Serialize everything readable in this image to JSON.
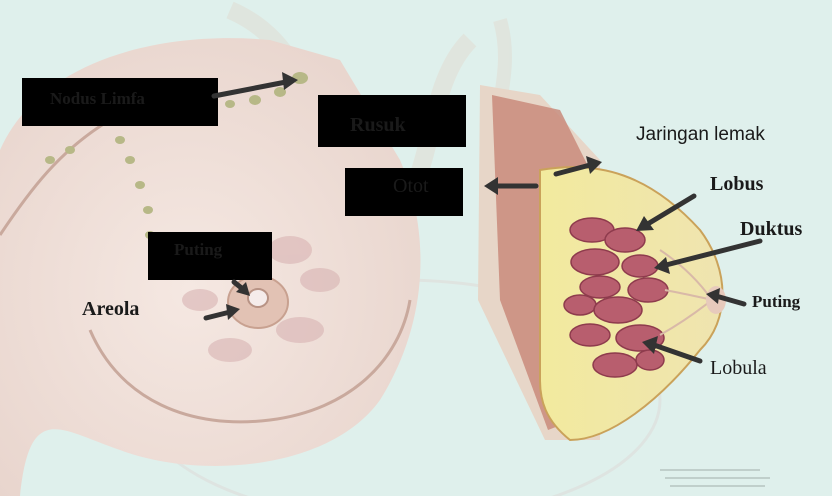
{
  "labels": {
    "lymph_nodes": "Nodus Limfa",
    "ribs": "Rusuk",
    "muscle": "Otot",
    "fat_tissue": "Jaringan lemak",
    "lobes": "Lobus",
    "ducts": "Duktus",
    "nipple_left": "Puting",
    "nipple_right": "Puting",
    "areola": "Areola",
    "lobules": "Lobula"
  },
  "colors": {
    "background": "#dff0ec",
    "skin": "#f0dfd6",
    "fat": "#f4e9a2",
    "lobule": "#b85e6e",
    "arrow": "#333333"
  }
}
